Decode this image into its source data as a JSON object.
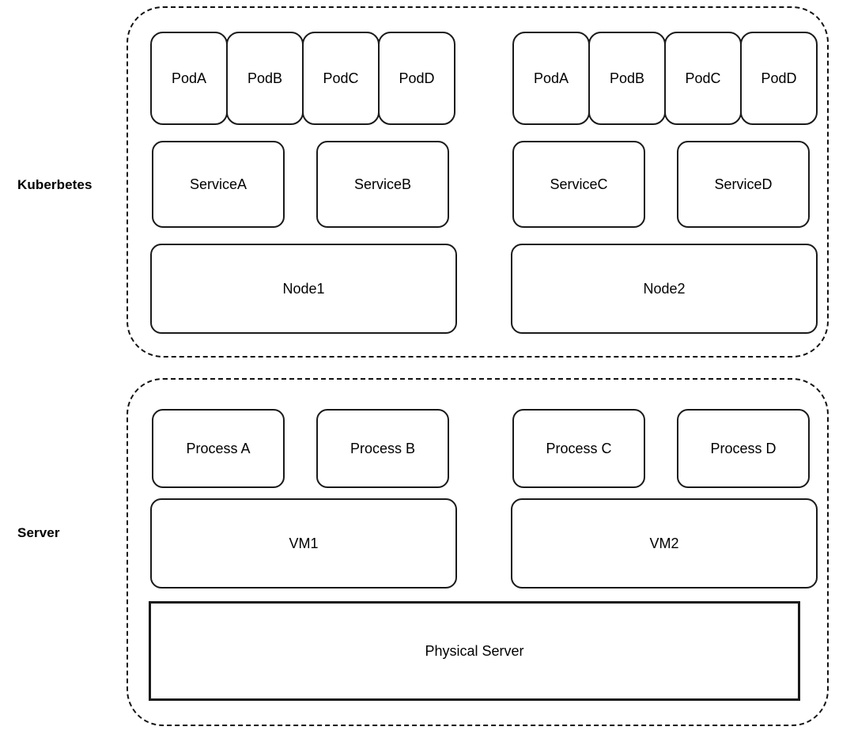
{
  "diagram": {
    "title": "Kubernetes vs Server layered architecture diagram",
    "background_color": "#ffffff",
    "stroke_color": "#1a1a1a",
    "dashed_stroke_color": "#111111"
  },
  "sections": [
    {
      "key": "kubernetes",
      "label": "Kuberbetes",
      "layers": [
        {
          "key": "pods",
          "left_group": [
            "PodA",
            "PodB",
            "PodC",
            "PodD"
          ],
          "right_group": [
            "PodA",
            "PodB",
            "PodC",
            "PodD"
          ]
        },
        {
          "key": "services",
          "left_group": [
            "ServiceA",
            "ServiceB"
          ],
          "right_group": [
            "ServiceC",
            "ServiceD"
          ]
        },
        {
          "key": "nodes",
          "left_group": [
            "Node1"
          ],
          "right_group": [
            "Node2"
          ]
        }
      ]
    },
    {
      "key": "server",
      "label": "Server",
      "layers": [
        {
          "key": "processes",
          "left_group": [
            "Process A",
            "Process B"
          ],
          "right_group": [
            "Process C",
            "Process D"
          ]
        },
        {
          "key": "vms",
          "left_group": [
            "VM1"
          ],
          "right_group": [
            "VM2"
          ]
        },
        {
          "key": "hardware",
          "full_width": [
            "Physical Server"
          ]
        }
      ]
    }
  ],
  "kubernetes": {
    "label": "Kuberbetes",
    "pods_left": [
      "PodA",
      "PodB",
      "PodC",
      "PodD"
    ],
    "pods_right": [
      "PodA",
      "PodB",
      "PodC",
      "PodD"
    ],
    "services": [
      "ServiceA",
      "ServiceB",
      "ServiceC",
      "ServiceD"
    ],
    "nodes": [
      "Node1",
      "Node2"
    ]
  },
  "server": {
    "label": "Server",
    "processes": [
      "Process A",
      "Process B",
      "Process C",
      "Process D"
    ],
    "vms": [
      "VM1",
      "VM2"
    ],
    "physical": "Physical Server"
  }
}
